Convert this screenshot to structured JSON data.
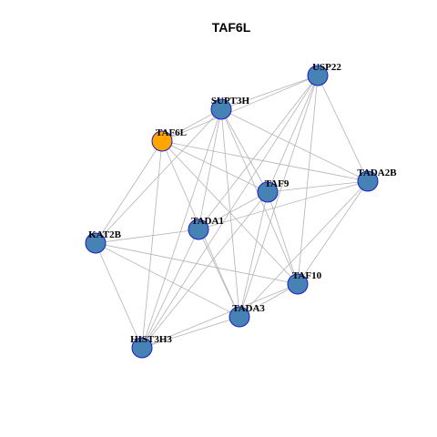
{
  "title": "TAF6L",
  "colors": {
    "highlight_fill": "#FFA500",
    "node_fill": "#4682B4",
    "node_border": "#1A1ACC",
    "edge": "#B3B3B3"
  },
  "nodes": [
    {
      "id": "TAF6L",
      "label": "TAF6L",
      "highlight": true
    },
    {
      "id": "USP22",
      "label": "USP22",
      "highlight": false
    },
    {
      "id": "SUPT3H",
      "label": "SUPT3H",
      "highlight": false
    },
    {
      "id": "TADA2B",
      "label": "TADA2B",
      "highlight": false
    },
    {
      "id": "TAF9",
      "label": "TAF9",
      "highlight": false
    },
    {
      "id": "TADA1",
      "label": "TADA1",
      "highlight": false
    },
    {
      "id": "KAT2B",
      "label": "KAT2B",
      "highlight": false
    },
    {
      "id": "TAF10",
      "label": "TAF10",
      "highlight": false
    },
    {
      "id": "TADA3",
      "label": "TADA3",
      "highlight": false
    },
    {
      "id": "HIST3H3",
      "label": "HIST3H3",
      "highlight": false
    }
  ],
  "edges": [
    [
      "TAF6L",
      "SUPT3H"
    ],
    [
      "TAF6L",
      "USP22"
    ],
    [
      "TAF6L",
      "TADA2B"
    ],
    [
      "TAF6L",
      "TAF9"
    ],
    [
      "TAF6L",
      "KAT2B"
    ],
    [
      "TAF6L",
      "TAF10"
    ],
    [
      "TAF6L",
      "TADA3"
    ],
    [
      "TAF6L",
      "HIST3H3"
    ],
    [
      "USP22",
      "SUPT3H"
    ],
    [
      "USP22",
      "TADA2B"
    ],
    [
      "USP22",
      "TAF9"
    ],
    [
      "USP22",
      "TADA1"
    ],
    [
      "USP22",
      "TAF10"
    ],
    [
      "USP22",
      "TADA3"
    ],
    [
      "USP22",
      "HIST3H3"
    ],
    [
      "SUPT3H",
      "TADA2B"
    ],
    [
      "SUPT3H",
      "TAF9"
    ],
    [
      "SUPT3H",
      "TADA1"
    ],
    [
      "SUPT3H",
      "KAT2B"
    ],
    [
      "SUPT3H",
      "TAF10"
    ],
    [
      "SUPT3H",
      "TADA3"
    ],
    [
      "SUPT3H",
      "HIST3H3"
    ],
    [
      "TAF9",
      "TADA2B"
    ],
    [
      "TAF9",
      "TADA1"
    ],
    [
      "TAF9",
      "TAF10"
    ],
    [
      "TAF9",
      "TADA3"
    ],
    [
      "TAF9",
      "HIST3H3"
    ],
    [
      "TADA2B",
      "TADA1"
    ],
    [
      "TADA2B",
      "TAF10"
    ],
    [
      "TADA2B",
      "TADA3"
    ],
    [
      "TADA1",
      "KAT2B"
    ],
    [
      "TADA1",
      "TADA3"
    ],
    [
      "TADA1",
      "HIST3H3"
    ],
    [
      "KAT2B",
      "TAF10"
    ],
    [
      "KAT2B",
      "TADA3"
    ],
    [
      "KAT2B",
      "HIST3H3"
    ],
    [
      "TAF10",
      "TADA3"
    ],
    [
      "TAF10",
      "HIST3H3"
    ],
    [
      "TADA3",
      "HIST3H3"
    ]
  ]
}
